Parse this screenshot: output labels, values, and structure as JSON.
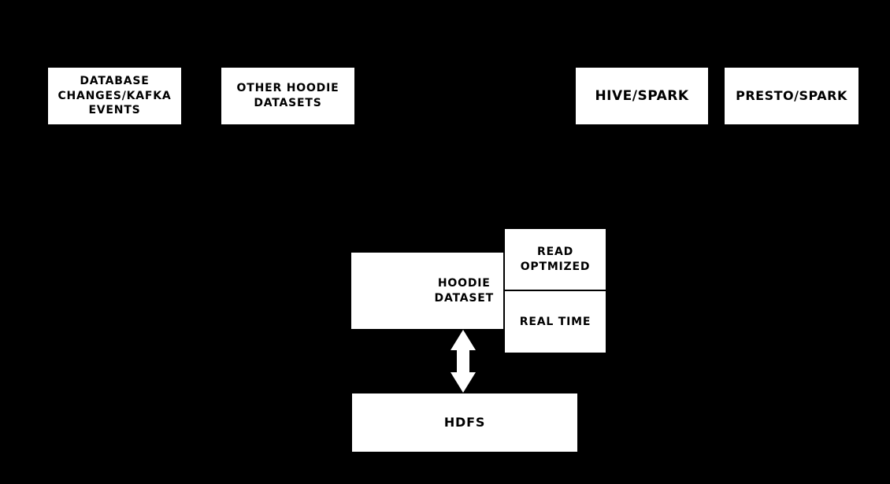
{
  "colors": {
    "background": "#000000",
    "node_fill": "#ffffff",
    "node_text": "#000000",
    "arrow": "#ffffff"
  },
  "nodes": {
    "database_changes_kafka_events": {
      "label": "DATABASE\nCHANGES/KAFKA\nEVENTS"
    },
    "other_hoodie_datasets": {
      "label": "OTHER HOODIE\nDATASETS"
    },
    "hive_spark": {
      "label": "HIVE/SPARK"
    },
    "presto_spark": {
      "label": "PRESTO/SPARK"
    },
    "hoodie_dataset": {
      "label": "HOODIE\nDATASET"
    },
    "read_optmized": {
      "label": "READ\nOPTMIZED"
    },
    "real_time": {
      "label": "REAL TIME"
    },
    "hdfs": {
      "label": "HDFS"
    }
  },
  "connectors": {
    "hoodie_hdfs_arrow": {
      "type": "double-headed-vertical",
      "from": "HOODIE DATASET",
      "to": "HDFS",
      "color": "#ffffff"
    }
  }
}
